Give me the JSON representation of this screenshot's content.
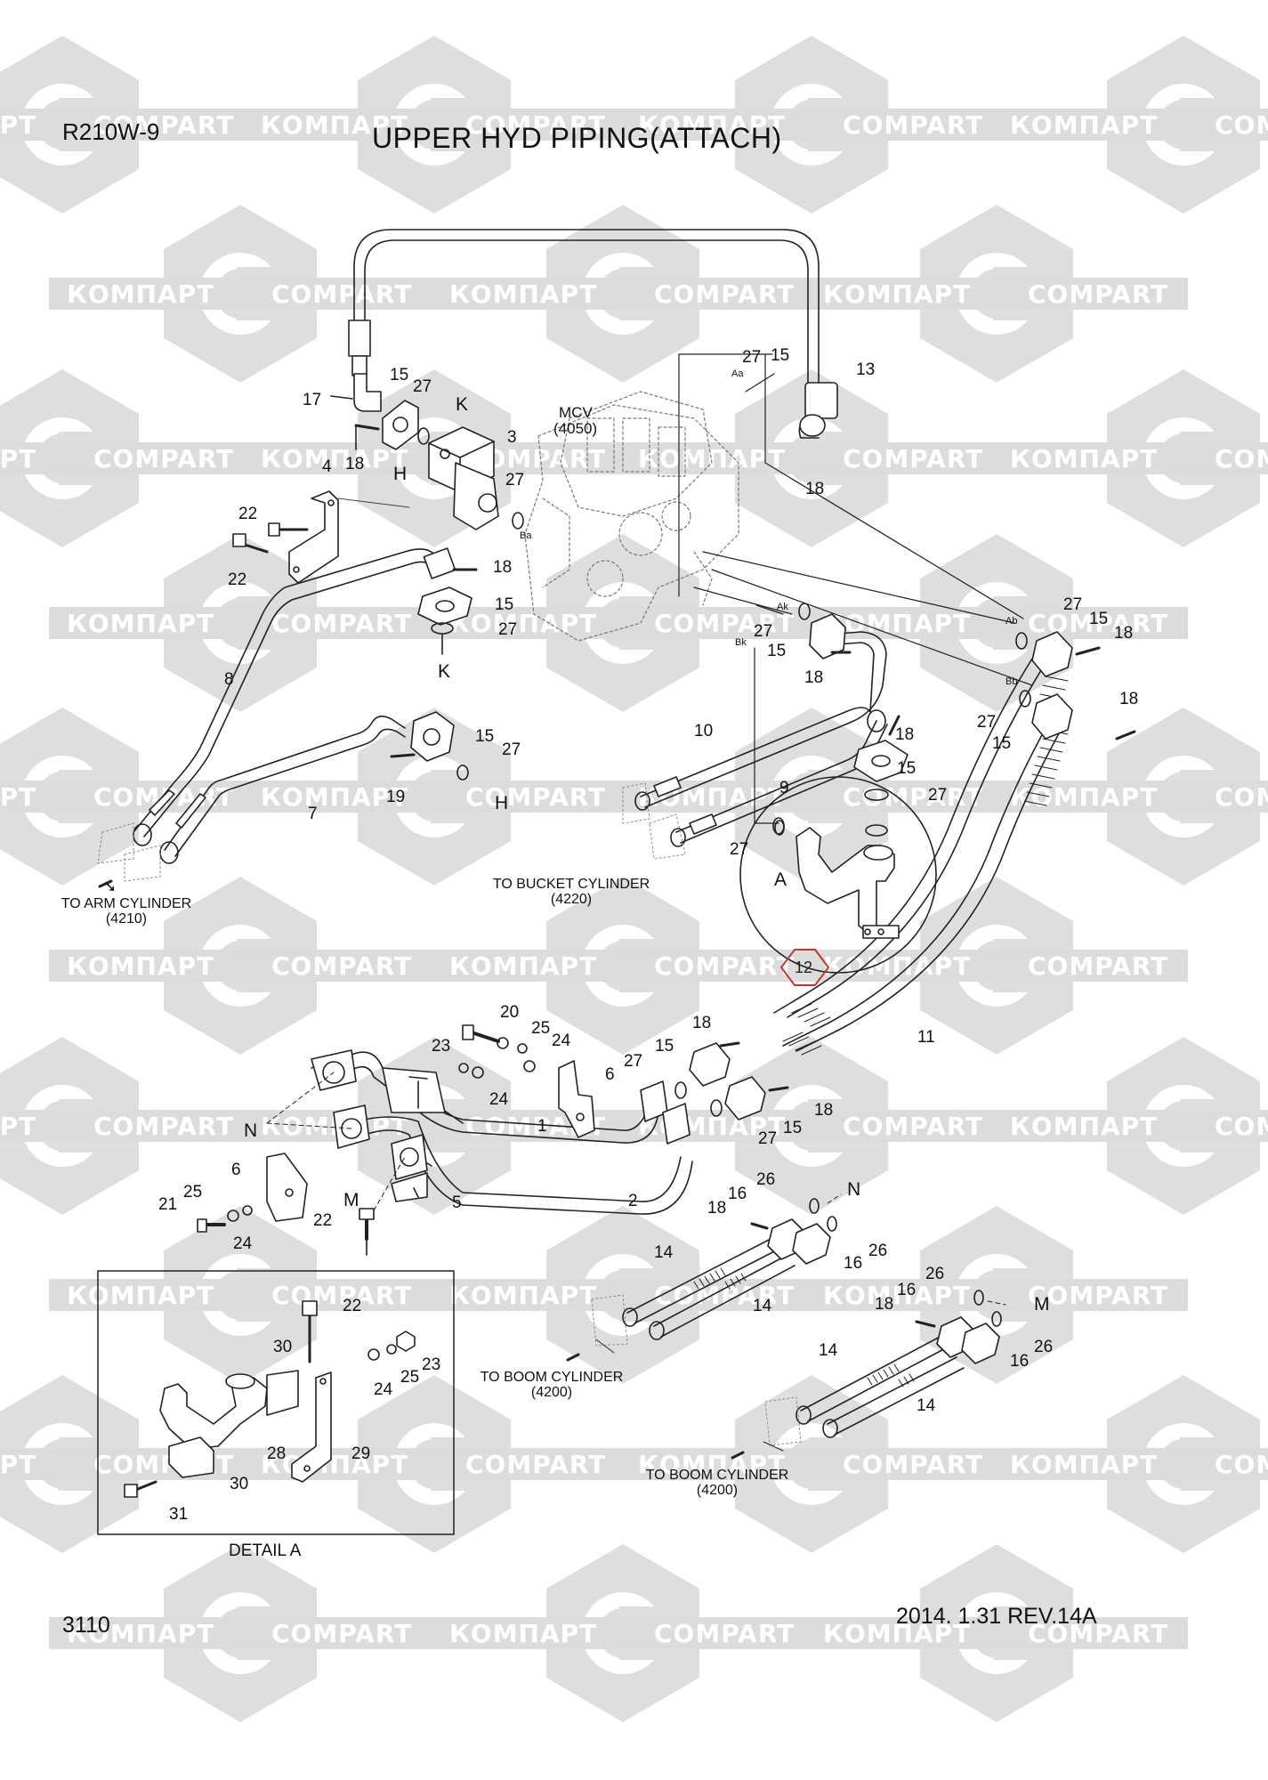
{
  "header": {
    "model_code": "R210W-9",
    "title": "UPPER HYD PIPING(ATTACH)"
  },
  "footer": {
    "page_number": "3110",
    "revision": "2014. 1.31  REV.14A"
  },
  "watermark": {
    "left_text": "КОМПАРТ",
    "right_text": "COMPART"
  },
  "mcv": {
    "name": "MCV",
    "code": "(4050)"
  },
  "port_labels": {
    "aa": "Aa",
    "ba": "Ba",
    "ak": "Ak",
    "bk": "Bk",
    "ab": "Ab",
    "bb": "Bb"
  },
  "detail_marks": {
    "k": "K",
    "h": "H",
    "a": "A",
    "n": "N",
    "m": "M"
  },
  "destinations": {
    "arm": {
      "name": "TO ARM CYLINDER",
      "code": "(4210)"
    },
    "bucket": {
      "name": "TO BUCKET CYLINDER",
      "code": "(4220)"
    },
    "boom_1": {
      "name": "TO BOOM CYLINDER",
      "code": "(4200)"
    },
    "boom_2": {
      "name": "TO BOOM CYLINDER",
      "code": "(4200)"
    }
  },
  "detail_a": {
    "caption": "DETAIL  A"
  },
  "highlight": {
    "part_number": "12",
    "color": "#c0392b"
  },
  "part_numbers": {
    "p_r210_17": "17",
    "p_15_a": "15",
    "p_27_a": "27",
    "p_18_a": "18",
    "p_3": "3",
    "p_27_b": "27",
    "p_4": "4",
    "p_22_a": "22",
    "p_22_b": "22",
    "p_27_c": "27",
    "p_15_b": "15",
    "p_13": "13",
    "p_18_b": "18",
    "p_18_c": "18",
    "p_15_c": "15",
    "p_27_d": "27",
    "p_8": "8",
    "p_15_d": "15",
    "p_27_e": "27",
    "p_7": "7",
    "p_19": "19",
    "p_27_f": "27",
    "p_15_e": "15",
    "p_18_d": "18",
    "p_10": "10",
    "p_18_e": "18",
    "p_15_f": "15",
    "p_9": "9",
    "p_27_g": "27",
    "p_27_h": "27",
    "p_27_i": "27",
    "p_15_g": "15",
    "p_18_f": "18",
    "p_18_g": "18",
    "p_27_j": "27",
    "p_15_h": "15",
    "p_11": "11",
    "p_20": "20",
    "p_25_a": "25",
    "p_24_a": "24",
    "p_23_a": "23",
    "p_24_b": "24",
    "p_6_a": "6",
    "p_27_k": "27",
    "p_15_i": "15",
    "p_18_h": "18",
    "p_18_i": "18",
    "p_27_l": "27",
    "p_15_j": "15",
    "p_1": "1",
    "p_2": "2",
    "p_6_b": "6",
    "p_5": "5",
    "p_21": "21",
    "p_25_b": "25",
    "p_24_c": "24",
    "p_22_c": "22",
    "p_16_a": "16",
    "p_26_a": "26",
    "p_18_j": "18",
    "p_14_a": "14",
    "p_14_b": "14",
    "p_16_b": "16",
    "p_26_b": "26",
    "p_26_c": "26",
    "p_16_c": "16",
    "p_18_k": "18",
    "p_26_d": "26",
    "p_16_d": "16",
    "p_14_c": "14",
    "p_14_d": "14",
    "p_22_d": "22",
    "p_30_a": "30",
    "p_23_b": "23",
    "p_25_c": "25",
    "p_24_d": "24",
    "p_28": "28",
    "p_29": "29",
    "p_30_b": "30",
    "p_31": "31"
  }
}
